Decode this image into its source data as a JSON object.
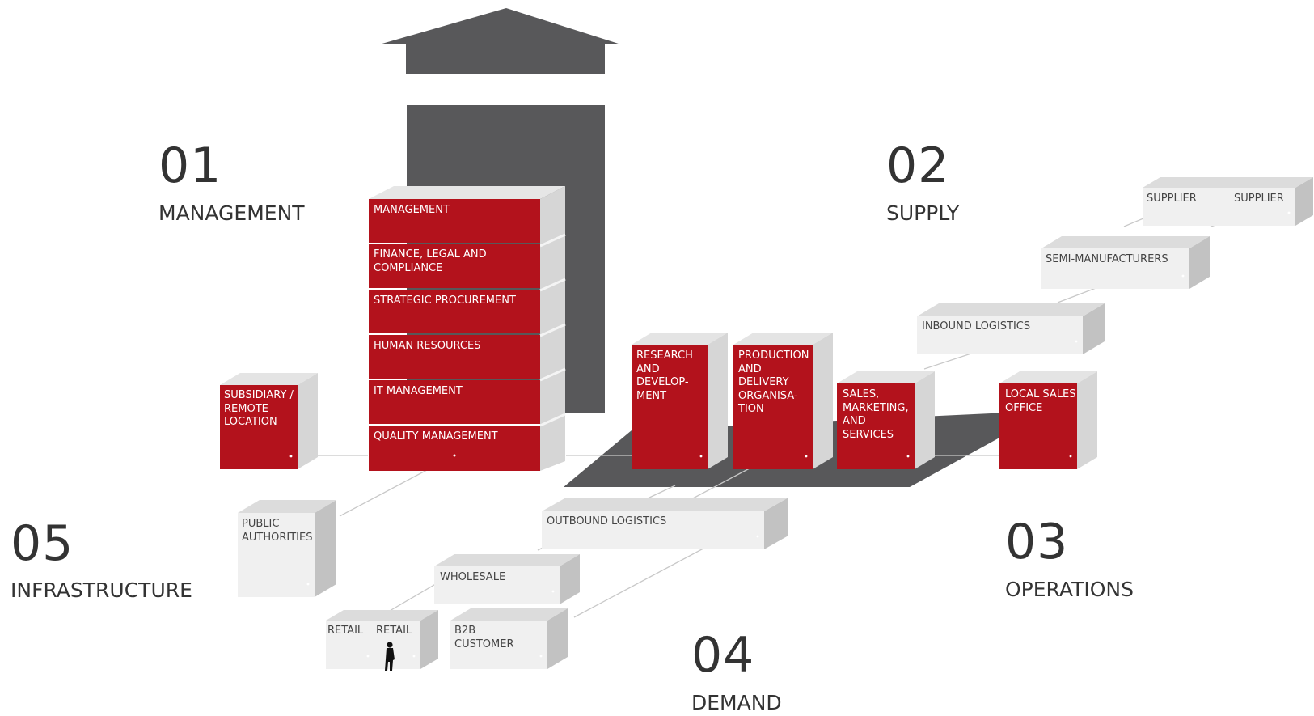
{
  "colors": {
    "red": "#b3121c",
    "red_side": "#d6d6d6",
    "grey_box": "#f0f0f0",
    "grey_side": "#c2c2c2",
    "dark": "#58585a",
    "text": "#333333"
  },
  "sections": [
    {
      "number": "01",
      "title": "MANAGEMENT"
    },
    {
      "number": "02",
      "title": "SUPPLY"
    },
    {
      "number": "03",
      "title": "OPERATIONS"
    },
    {
      "number": "04",
      "title": "DEMAND"
    },
    {
      "number": "05",
      "title": "INFRASTRUCTURE"
    }
  ],
  "management_stack": [
    "MANAGEMENT",
    "FINANCE, LEGAL AND\nCOMPLIANCE",
    "STRATEGIC PROCUREMENT",
    "HUMAN RESOURCES",
    "IT MANAGEMENT",
    "QUALITY MANAGEMENT"
  ],
  "red_boxes": [
    "SUBSIDIARY /\nREMOTE\nLOCATION",
    "RESEARCH\nAND\nDEVELOP-\nMENT",
    "PRODUCTION\nAND\nDELIVERY\nORGANISA-\nTION",
    "SALES,\nMARKETING,\nAND\nSERVICES",
    "LOCAL SALES\nOFFICE"
  ],
  "grey_boxes": [
    "SUPPLIER",
    "SUPPLIER",
    "SEMI-MANUFACTURERS",
    "INBOUND LOGISTICS",
    "OUTBOUND LOGISTICS",
    "WHOLESALE",
    "RETAIL",
    "RETAIL",
    "B2B\nCUSTOMER",
    "PUBLIC\nAUTHORITIES"
  ]
}
